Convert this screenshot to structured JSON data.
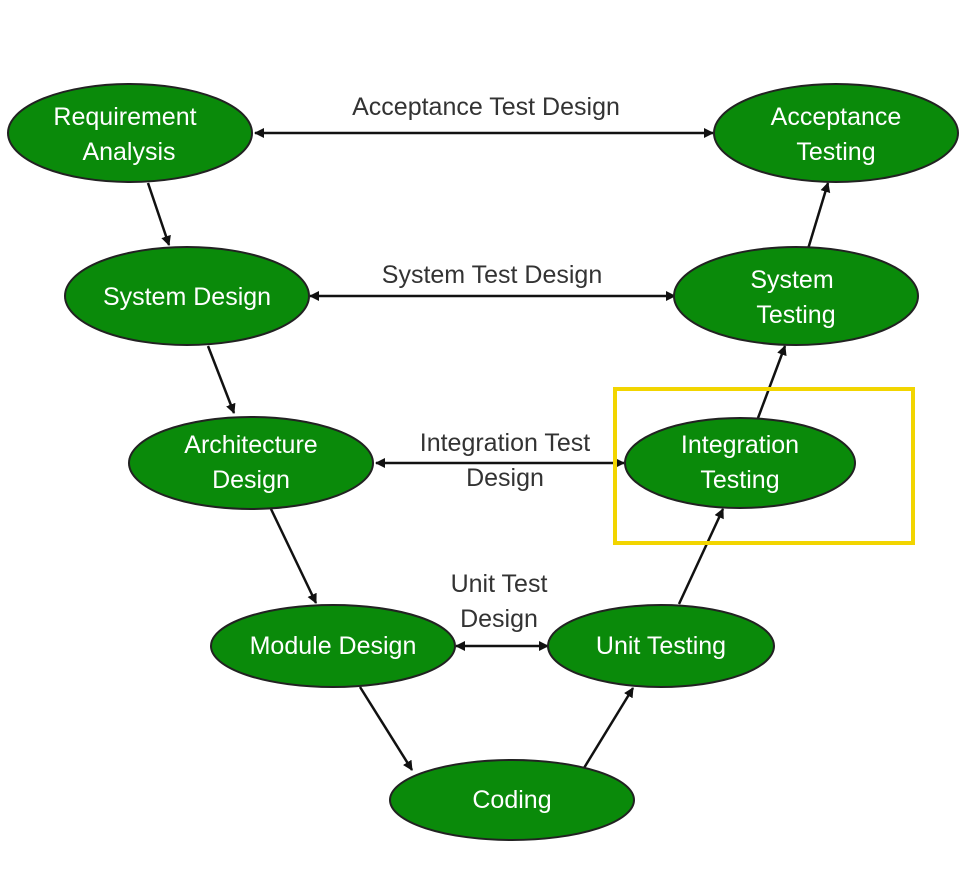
{
  "diagram": {
    "type": "v-model",
    "colors": {
      "node_fill": "#0a8a0a",
      "node_text": "#ffffff",
      "arrow": "#111111",
      "label_text": "#333333",
      "highlight": "#f2d500"
    },
    "nodes": {
      "requirement_analysis": {
        "line1": "Requirement",
        "line2": "Analysis"
      },
      "system_design": {
        "line1": "System Design"
      },
      "architecture_design": {
        "line1": "Architecture",
        "line2": "Design"
      },
      "module_design": {
        "line1": "Module Design"
      },
      "coding": {
        "line1": "Coding"
      },
      "unit_testing": {
        "line1": "Unit Testing"
      },
      "integration_testing": {
        "line1": "Integration",
        "line2": "Testing"
      },
      "system_testing": {
        "line1": "System",
        "line2": "Testing"
      },
      "acceptance_testing": {
        "line1": "Acceptance",
        "line2": "Testing"
      }
    },
    "connectors": {
      "acceptance_test_design": {
        "line1": "Acceptance Test Design"
      },
      "system_test_design": {
        "line1": "System Test Design"
      },
      "integration_test_design": {
        "line1": "Integration Test",
        "line2": "Design"
      },
      "unit_test_design": {
        "line1": "Unit Test",
        "line2": "Design"
      }
    },
    "highlighted_node": "integration_testing"
  }
}
